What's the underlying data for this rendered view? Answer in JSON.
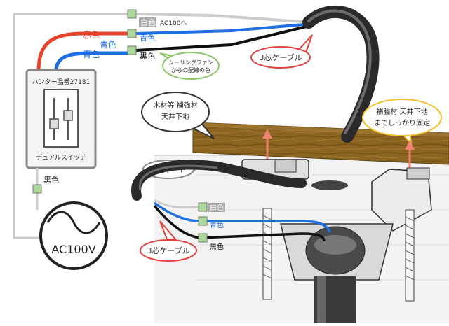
{
  "switch": {
    "label_top": "ハンター品番27181",
    "label_bottom": "デュアルスイッチ"
  },
  "power": {
    "label": "AC100V"
  },
  "wires": {
    "red_label": "赤色",
    "blue_label_top": "青色",
    "blue_label_mid": "青色",
    "black_label_left": "黒色",
    "white_label_top": "白色",
    "ac100_label": "AC100へ",
    "black_label_top": "黒色",
    "white_label_bottom": "白色",
    "blue_label_bottom": "青色",
    "black_label_bottom": "黒色"
  },
  "callouts": {
    "ceiling_fan_color": [
      "シーリングファン",
      "からの配線の色"
    ],
    "cable_top": "3芯ケーブル",
    "cable_bottom": "3芯ケーブル",
    "wood": [
      "木材等 補強材",
      "天井下地"
    ],
    "reinforce": [
      "補強材 天井下地",
      "までしっかり固定"
    ],
    "gypsum": "石膏ボード"
  },
  "colors": {
    "red_wire": "#e8432a",
    "blue_wire": "#1f6fe0",
    "black_wire": "#111111",
    "wood": "#8a6420",
    "callout_red": "#e2403a",
    "callout_green": "#8cc56a",
    "callout_yellow": "#f2c12e",
    "arrow": "#f08070",
    "connector_green": "#a9d89a"
  }
}
